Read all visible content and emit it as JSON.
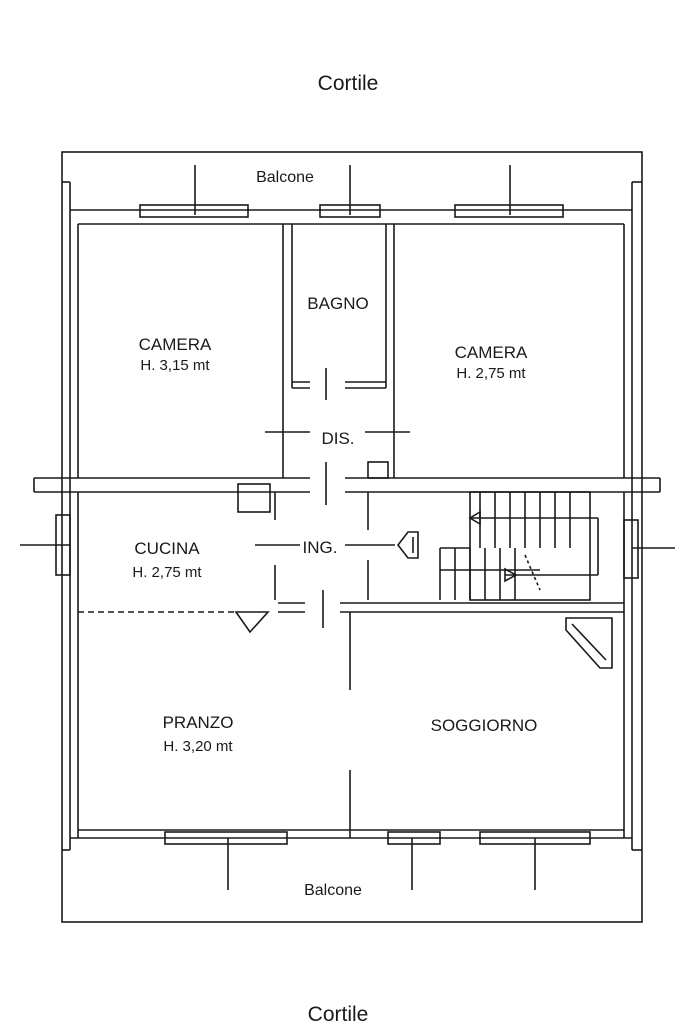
{
  "labels": {
    "courtyard_top": "Cortile",
    "courtyard_bottom": "Cortile",
    "balcony_top": "Balcone",
    "balcony_bottom": "Balcone",
    "bathroom": "BAGNO",
    "bedroom_left_name": "CAMERA",
    "bedroom_left_height": "H. 3,15 mt",
    "bedroom_right_name": "CAMERA",
    "bedroom_right_height": "H. 2,75 mt",
    "hallway": "DIS.",
    "kitchen_name": "CUCINA",
    "kitchen_height": "H. 2,75 mt",
    "entrance": "ING.",
    "dining_name": "PRANZO",
    "dining_height": "H. 3,20 mt",
    "living_room": "SOGGIORNO"
  }
}
